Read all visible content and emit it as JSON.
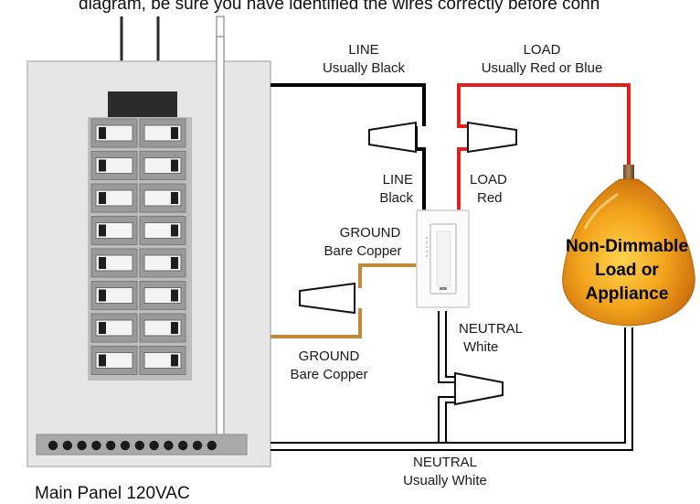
{
  "header_text": "diagram, be sure you have identified the wires correctly before conn",
  "labels": {
    "line_top": [
      "LINE",
      "Usually Black"
    ],
    "load_top": [
      "LOAD",
      "Usually Red or Blue"
    ],
    "line_switch": [
      "LINE",
      "Black"
    ],
    "load_switch": [
      "LOAD",
      "Red"
    ],
    "ground_upper": [
      "GROUND",
      "Bare Copper"
    ],
    "ground_lower": [
      "GROUND",
      "Bare Copper"
    ],
    "neutral_switch": [
      "NEUTRAL",
      "White"
    ],
    "neutral_bottom": [
      "NEUTRAL",
      "Usually White"
    ],
    "panel": "Main Panel  120VAC",
    "appliance": [
      "Non-Dimmable",
      "Load or",
      "Appliance"
    ]
  },
  "colors": {
    "line_wire": "#000000",
    "load_wire": "#e41e1e",
    "ground_wire": "#c08a38",
    "neutral_wire": "#000000",
    "panel_fill": "#e6e6e6",
    "breaker_fill": "#8f8f8f",
    "lamp_shade": "#f0a020"
  },
  "panel": {
    "breaker_rows": 8,
    "breaker_columns": 2,
    "bus_terminals": 12
  },
  "icons": [
    "main-panel-icon",
    "dimmer-switch-icon",
    "wire-nut-icon",
    "pendant-lamp-icon"
  ]
}
